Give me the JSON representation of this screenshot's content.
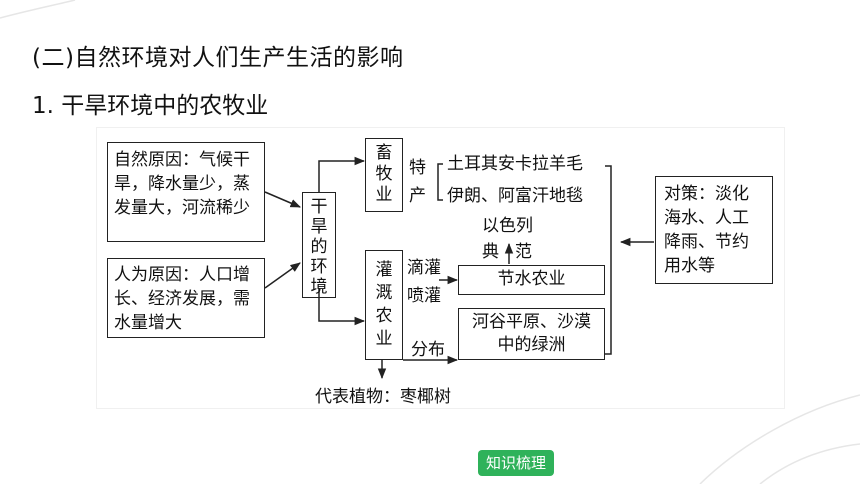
{
  "heading": {
    "section": "(二)自然环境对人们生产生活的影响",
    "subsection": "1. 干旱环境中的农牧业"
  },
  "diagram": {
    "natural_causes": "自然原因：气候干旱，降水量少，蒸发量大，河流稀少",
    "human_causes": "人为原因：人口增长、经济发展，需水量增大",
    "arid_environment": "干旱的环境",
    "livestock": "畜牧业",
    "special_label": "特产",
    "product_1": "土耳其安卡拉羊毛",
    "product_2": "伊朗、阿富汗地毯",
    "irrigation_agriculture": "灌溉农业",
    "drip": "滴灌",
    "spray": "喷灌",
    "water_saving": "节水农业",
    "model_label_1": "以色列",
    "model_label_2": "典",
    "model_label_3": "范",
    "distribution_label": "分布",
    "distribution": "河谷平原、沙漠中的绿洲",
    "representative_plants": "代表植物：枣椰树",
    "measures": "对策：淡化海水、人工降雨、节约用水等"
  },
  "footer": {
    "badge": "知识梳理"
  },
  "colors": {
    "badge": "#2fb25a",
    "deco_line": "#e6e6e6"
  }
}
